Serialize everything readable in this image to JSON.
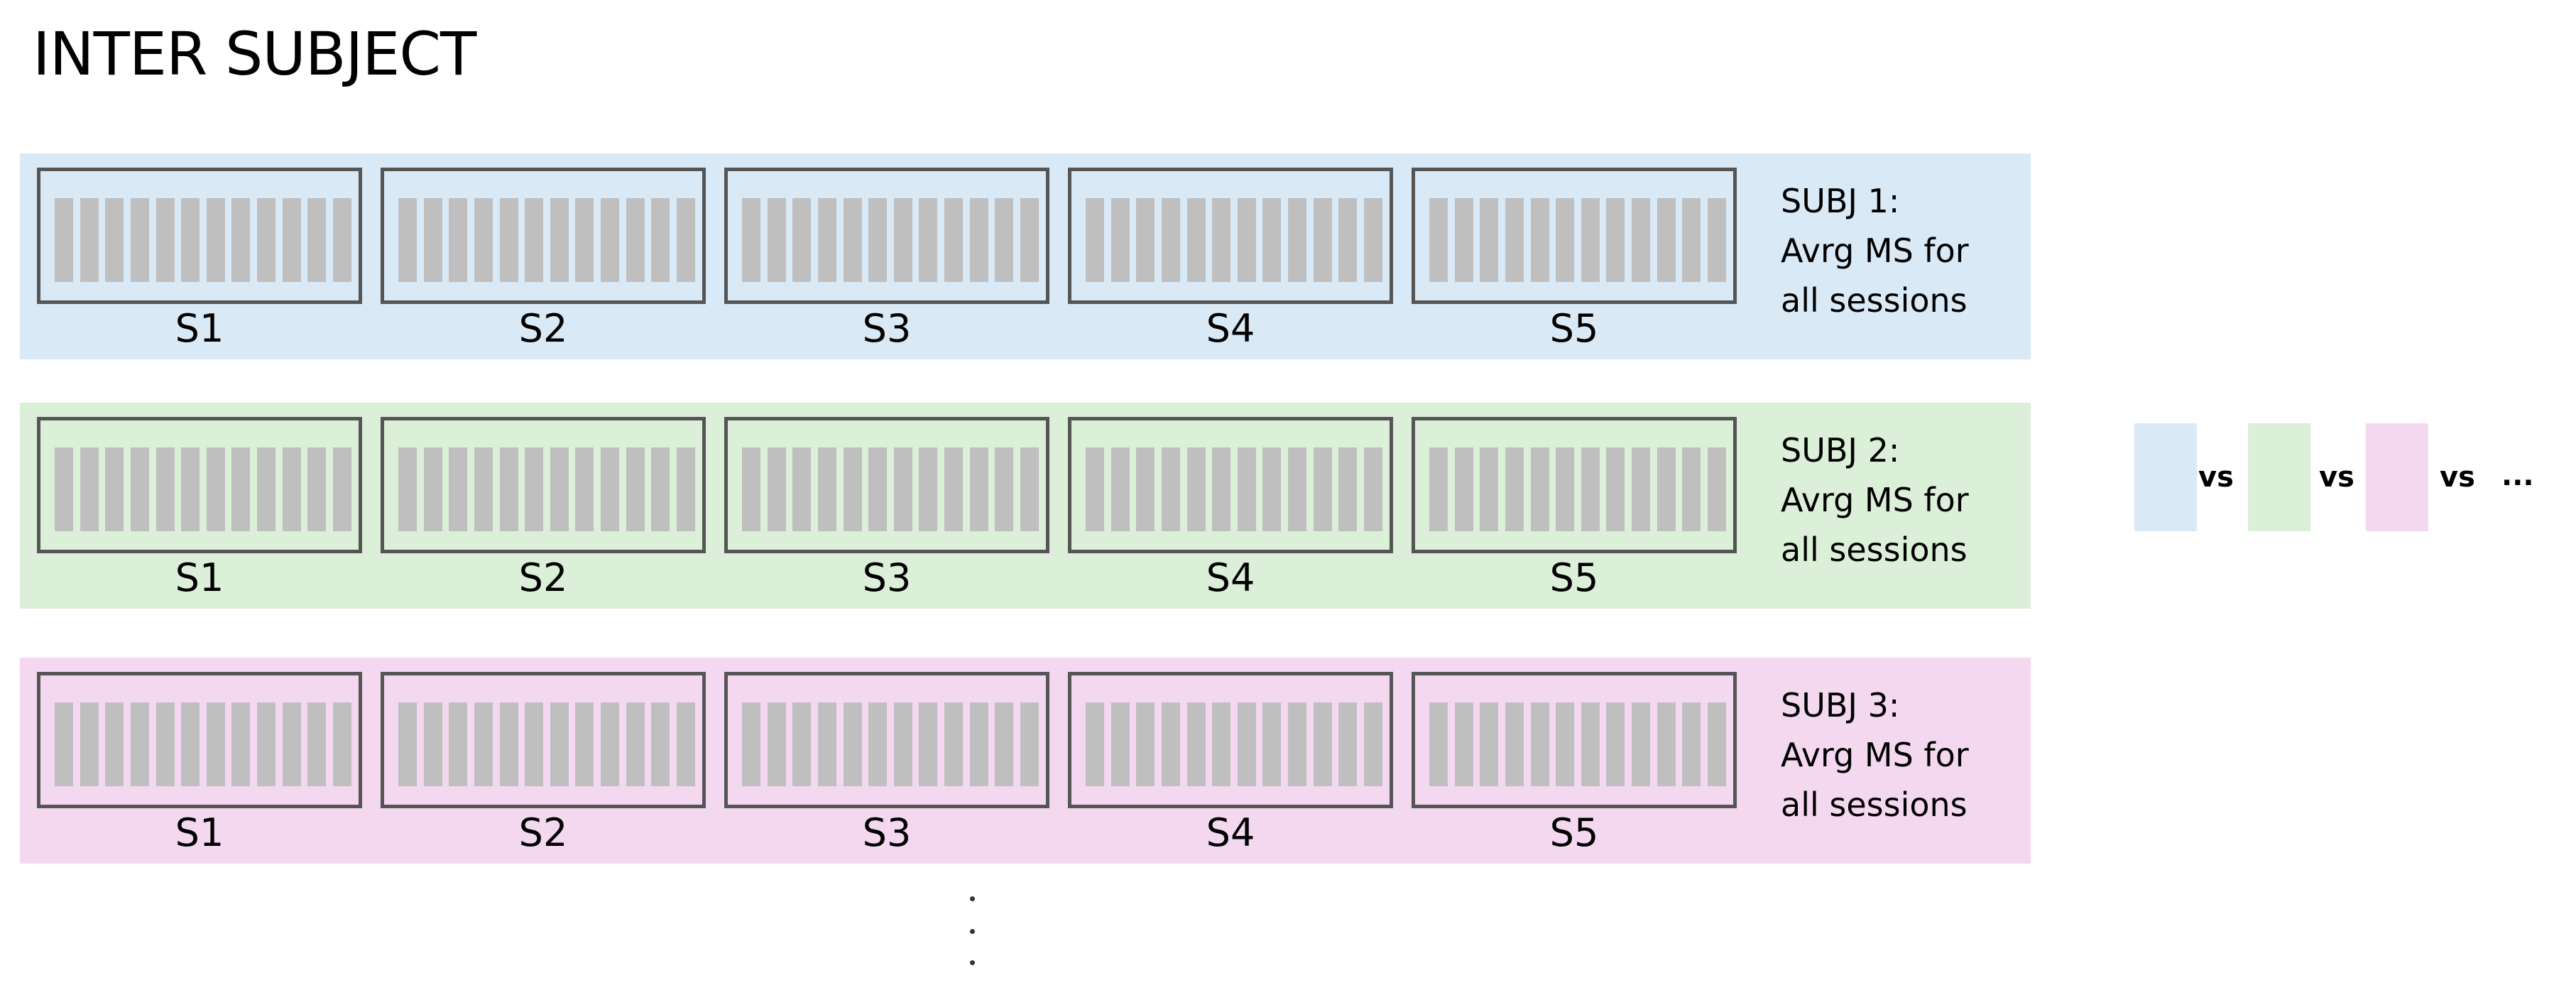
{
  "title": "INTER SUBJECT",
  "subjects": [
    {
      "label_line1": "SUBJ 1:",
      "label_line2": "Avrg MS for",
      "label_line3": "all sessions",
      "color": "#d9e9f6"
    },
    {
      "label_line1": "SUBJ 2:",
      "label_line2": "Avrg MS for",
      "label_line3": "all sessions",
      "color": "#dcefd8"
    },
    {
      "label_line1": "SUBJ 3:",
      "label_line2": "Avrg MS for",
      "label_line3": "all sessions",
      "color": "#f4d8f0"
    }
  ],
  "sessions": [
    "S1",
    "S2",
    "S3",
    "S4",
    "S5"
  ],
  "comparison": {
    "vs_label": "vs",
    "ellipsis": "..."
  },
  "colors": {
    "box_border": "#555555",
    "bar": "#bfbfbf"
  }
}
